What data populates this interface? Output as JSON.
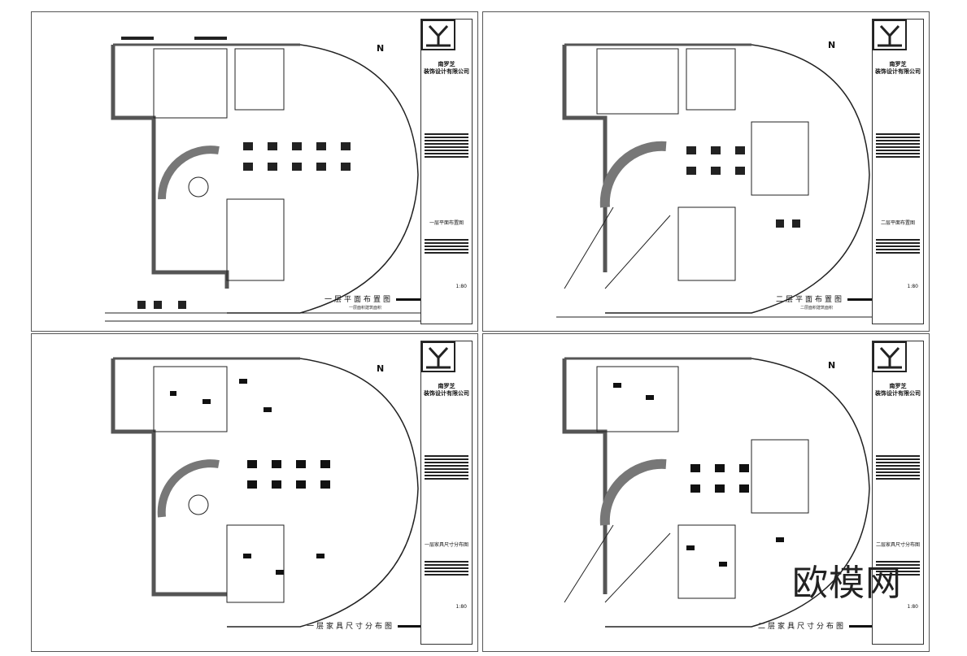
{
  "sheets": [
    {
      "caption": "一层平面布置图",
      "north": "N",
      "company": "南罗芝",
      "company_line2": "装饰设计有限公司",
      "scale": "1:80",
      "note": "一层面积建筑面积"
    },
    {
      "caption": "二层平面布置图",
      "north": "N",
      "company": "南罗芝",
      "company_line2": "装饰设计有限公司",
      "scale": "1:80",
      "note": "二层面积建筑面积"
    },
    {
      "caption": "一层家具尺寸分布图",
      "north": "N",
      "company": "南罗芝",
      "company_line2": "装饰设计有限公司",
      "scale": "1:80",
      "note": ""
    },
    {
      "caption": "二层家具尺寸分布图",
      "north": "N",
      "company": "南罗芝",
      "company_line2": "装饰设计有限公司",
      "scale": "1:80",
      "note": ""
    }
  ],
  "watermark": "欧模网",
  "colors": {
    "line": "#222222",
    "wall": "#555555",
    "frame": "#555555"
  }
}
